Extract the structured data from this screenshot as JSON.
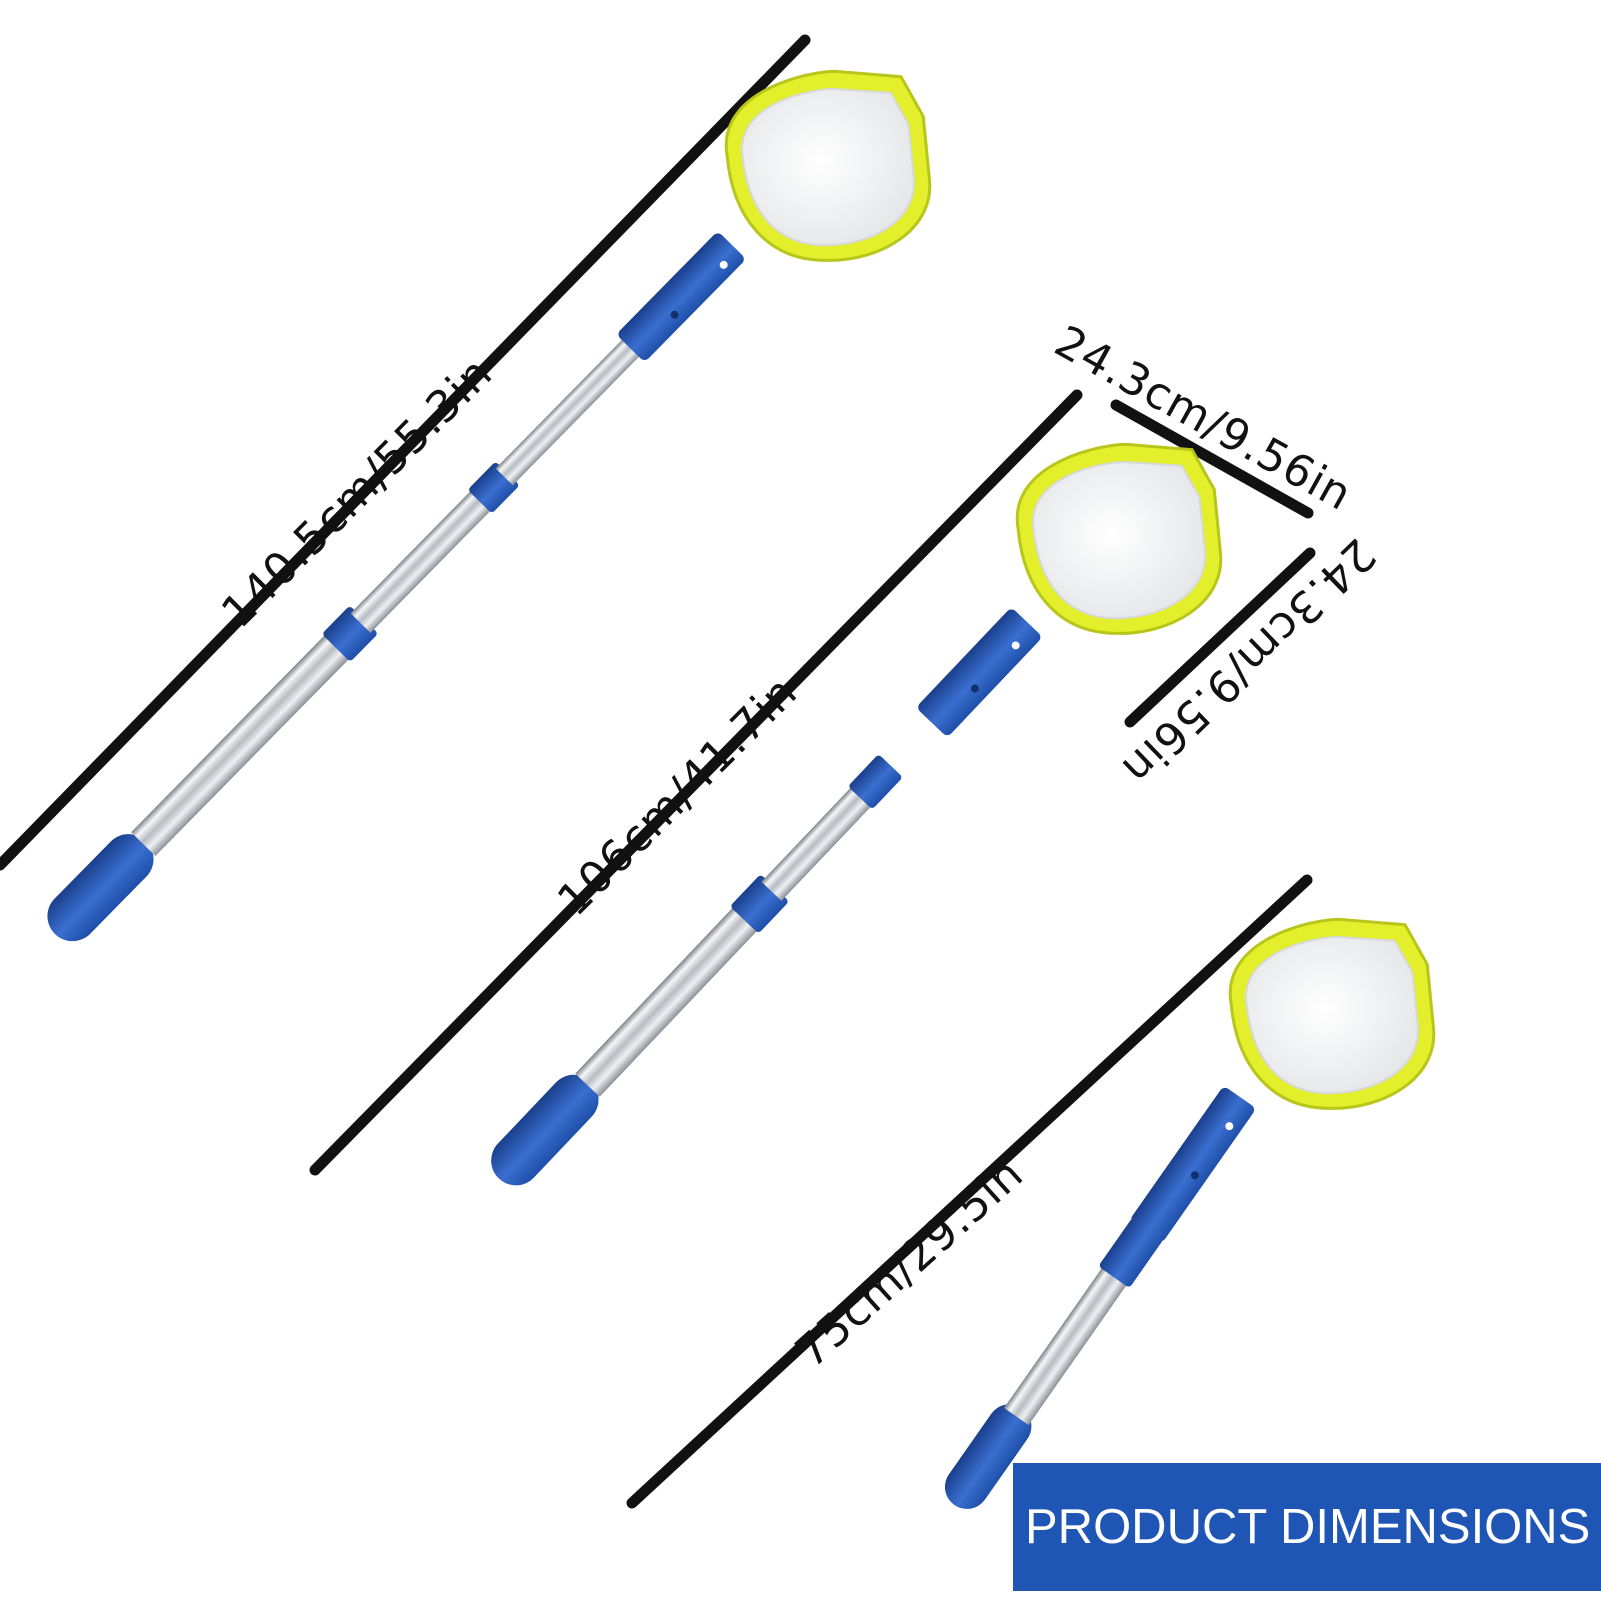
{
  "product": {
    "net_frame_color": "#e2ef2a",
    "handle_color": "#2d5fb8",
    "pole_color": "#c8ccd2",
    "mesh_color": "#f4f4f4"
  },
  "dimensions": {
    "long": "140.5cm/55.3in",
    "medium": "106cm/41.7in",
    "short": "75cm/29.5in",
    "head_width": "24.3cm/9.56in",
    "head_height": "24.3cm/9.56in"
  },
  "banner": {
    "label": "PRODUCT DIMENSIONS",
    "color": "#1f55b5"
  }
}
